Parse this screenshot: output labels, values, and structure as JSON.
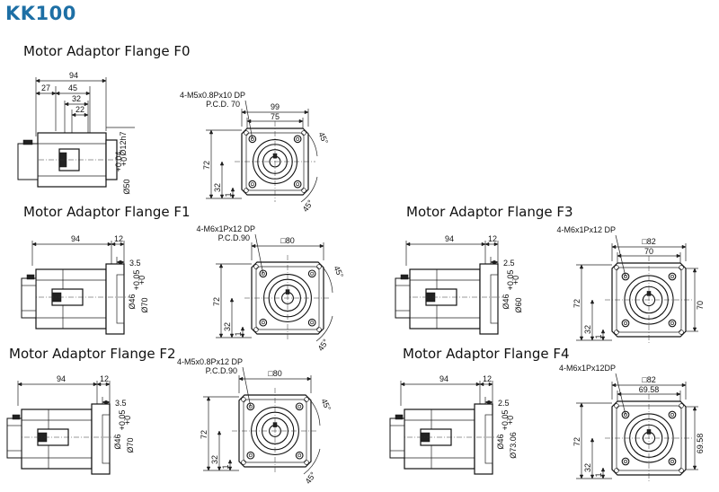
{
  "title": "KK100",
  "flanges": [
    {
      "key": "F0",
      "title": "Motor Adaptor Flange F0",
      "side": {
        "overall": "94",
        "dims_top": [
          "27",
          "45",
          "32",
          "22"
        ],
        "dim_a": "Ø12h7",
        "dim_b": "Ø50",
        "dim_b_tol": [
          "+0.04",
          "+0"
        ]
      },
      "front": {
        "note1": "4-M5x0.8Px10 DP",
        "note2": "P.C.D. 70",
        "width_outer": "99",
        "width_inner": "75",
        "h_total": "72",
        "h_center": "32",
        "h_small": "1",
        "angle1": "45°",
        "angle2": "45°"
      }
    },
    {
      "key": "F1",
      "title": "Motor Adaptor Flange F1",
      "side": {
        "overall": "94",
        "dim_t1": "12",
        "dim_t2": "3.5",
        "dim_a": "Ø46",
        "dim_b": "Ø70",
        "dim_b_tol": [
          "+0.05",
          "+0"
        ]
      },
      "front": {
        "note1": "4-M6x1Px12 DP",
        "note2": "P.C.D.90",
        "width_outer": "□80",
        "h_total": "72",
        "h_center": "32",
        "h_small": "1",
        "angle1": "45°",
        "angle2": "45°"
      }
    },
    {
      "key": "F2",
      "title": "Motor Adaptor Flange F2",
      "side": {
        "overall": "94",
        "dim_t1": "12",
        "dim_t2": "3.5",
        "dim_a": "Ø46",
        "dim_b": "Ø70",
        "dim_b_tol": [
          "+0.05",
          "+0"
        ]
      },
      "front": {
        "note1": "4-M5x0.8Px12 DP",
        "note2": "P.C.D.90",
        "width_outer": "□80",
        "h_total": "72",
        "h_center": "32",
        "h_small": "1",
        "angle1": "45°",
        "angle2": "45°"
      }
    },
    {
      "key": "F3",
      "title": "Motor Adaptor Flange F3",
      "side": {
        "overall": "94",
        "dim_t1": "12",
        "dim_t2": "2.5",
        "dim_a": "Ø46",
        "dim_b": "Ø60",
        "dim_b_tol": [
          "+0.05",
          "+0"
        ]
      },
      "front": {
        "note1": "4-M6x1Px12 DP",
        "width_outer": "□82",
        "width_inner": "70",
        "h_total": "72",
        "h_center": "32",
        "h_small": "1",
        "h_right": "70"
      }
    },
    {
      "key": "F4",
      "title": "Motor Adaptor Flange F4",
      "side": {
        "overall": "94",
        "dim_t1": "12",
        "dim_t2": "2.5",
        "dim_a": "Ø46",
        "dim_b": "Ø73.06",
        "dim_b_tol": [
          "+0.05",
          "+0"
        ]
      },
      "front": {
        "note1": "4-M6x1Px12DP",
        "width_outer": "□82",
        "width_inner": "69.58",
        "h_total": "72",
        "h_center": "32",
        "h_small": "1",
        "h_right": "69.58"
      }
    }
  ]
}
